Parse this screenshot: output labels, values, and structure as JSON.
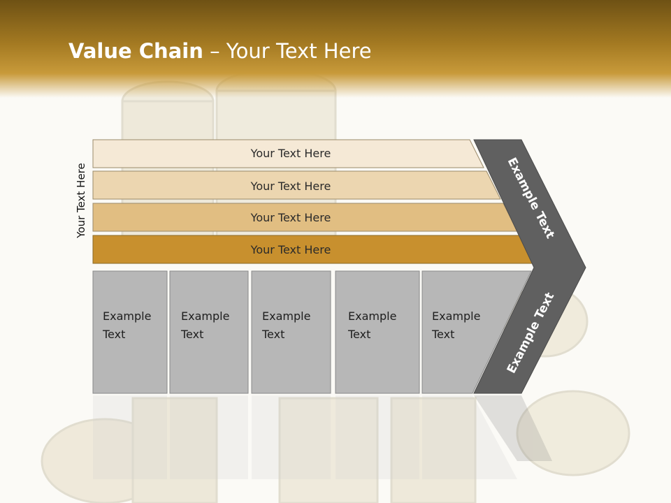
{
  "slide": {
    "title_bold": "Value Chain",
    "title_rest": " – Your Text Here",
    "side_label": "Your Text Here"
  },
  "primary_activities": [
    {
      "label": "Your Text Here",
      "color": "#f5e9d6"
    },
    {
      "label": "Your Text Here",
      "color": "#ecd6b0"
    },
    {
      "label": "Your Text Here",
      "color": "#e1be82"
    },
    {
      "label": "Your Text Here",
      "color": "#c8902e"
    }
  ],
  "support_boxes": [
    {
      "line1": "Example",
      "line2": "Text"
    },
    {
      "line1": "Example",
      "line2": "Text"
    },
    {
      "line1": "Example",
      "line2": "Text"
    },
    {
      "line1": "Example",
      "line2": "Text"
    },
    {
      "line1": "Example",
      "line2": "Text"
    }
  ],
  "chevron": {
    "upper_label": "Example Text",
    "lower_label": "Example Text",
    "color": "#606060"
  },
  "colors": {
    "box_fill": "#b7b7b7",
    "box_stroke": "#8a8a8a"
  }
}
